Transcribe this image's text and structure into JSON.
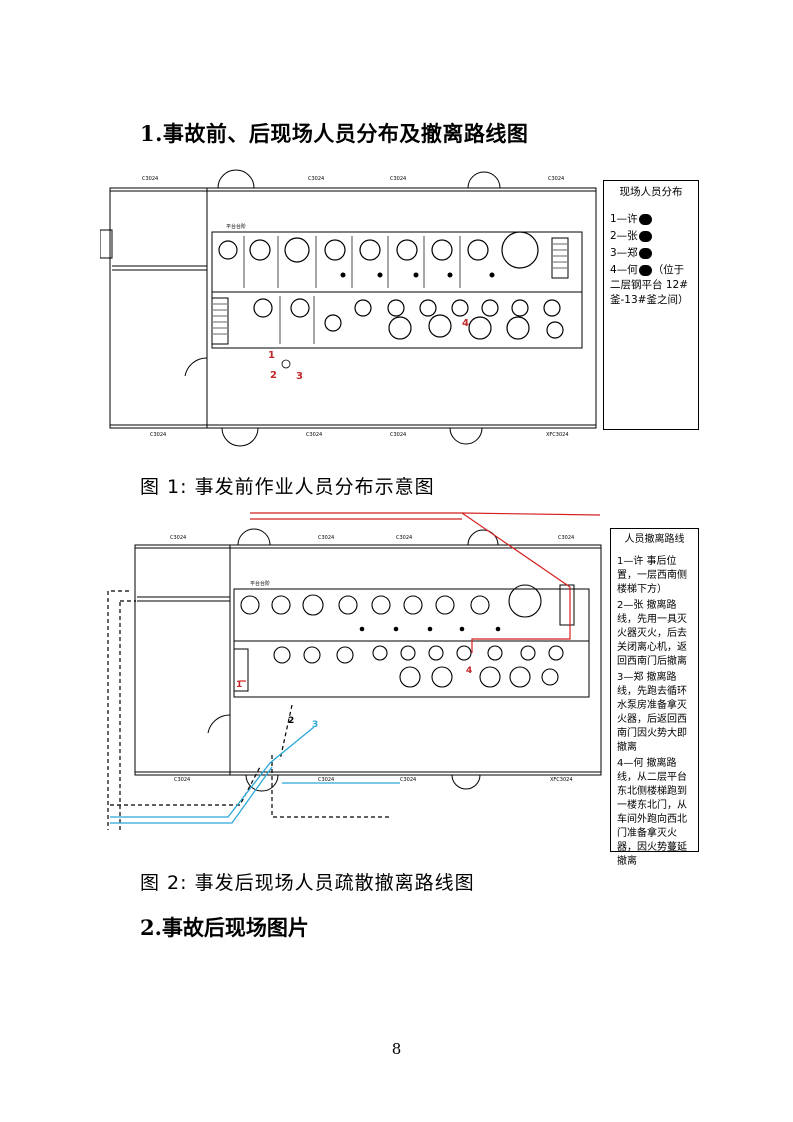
{
  "section1_title": "1.事故前、后现场人员分布及撤离路线图",
  "section2_title": "2.事故后现场图片",
  "figure1": {
    "caption": "图 1:  事发前作业人员分布示意图",
    "legend_title": "现场人员分布",
    "legend_items": [
      "1—许",
      "2—张",
      "3—郑",
      "4—何",
      "（位于二层钢平台 12#釜-13#釜之间）"
    ],
    "door_labels": [
      "C3024",
      "C3024",
      "C3024",
      "C3024",
      "C3024",
      "C3024",
      "C3024",
      "XFC3024"
    ],
    "platform_label": "平台台阶",
    "person_numbers": [
      "1",
      "2",
      "3",
      "4"
    ]
  },
  "figure2": {
    "caption": "图 2:  事发后现场人员疏散撤离路线图",
    "legend_title": "人员撤离路线",
    "legend_items": [
      "1—许 事后位置，一层西南侧楼梯下方）",
      "2—张 撤离路线，先用一具灭火器灭火，后去关闭离心机，返回西南门后撤离",
      "3—郑 撤离路线，先跑去循环水泵房准备拿灭火器，后返回西南门因火势大即撤离",
      "4—何 撤离路线，从二层平台东北侧楼梯跑到一楼东北门，从车间外跑向西北门准备拿灭火器，因火势蔓延撤离"
    ],
    "door_labels": [
      "C3024",
      "C3024",
      "C3024",
      "C3024",
      "C3024",
      "C3024",
      "C3024",
      "XFC3024"
    ],
    "platform_label": "平台台阶",
    "person_numbers": [
      "1",
      "2",
      "3",
      "4"
    ]
  },
  "page_number": "8",
  "colors": {
    "route_red": "#d42020",
    "route_blue": "#2aa8d8",
    "route_black": "#000000",
    "person_red": "#c0282a"
  }
}
